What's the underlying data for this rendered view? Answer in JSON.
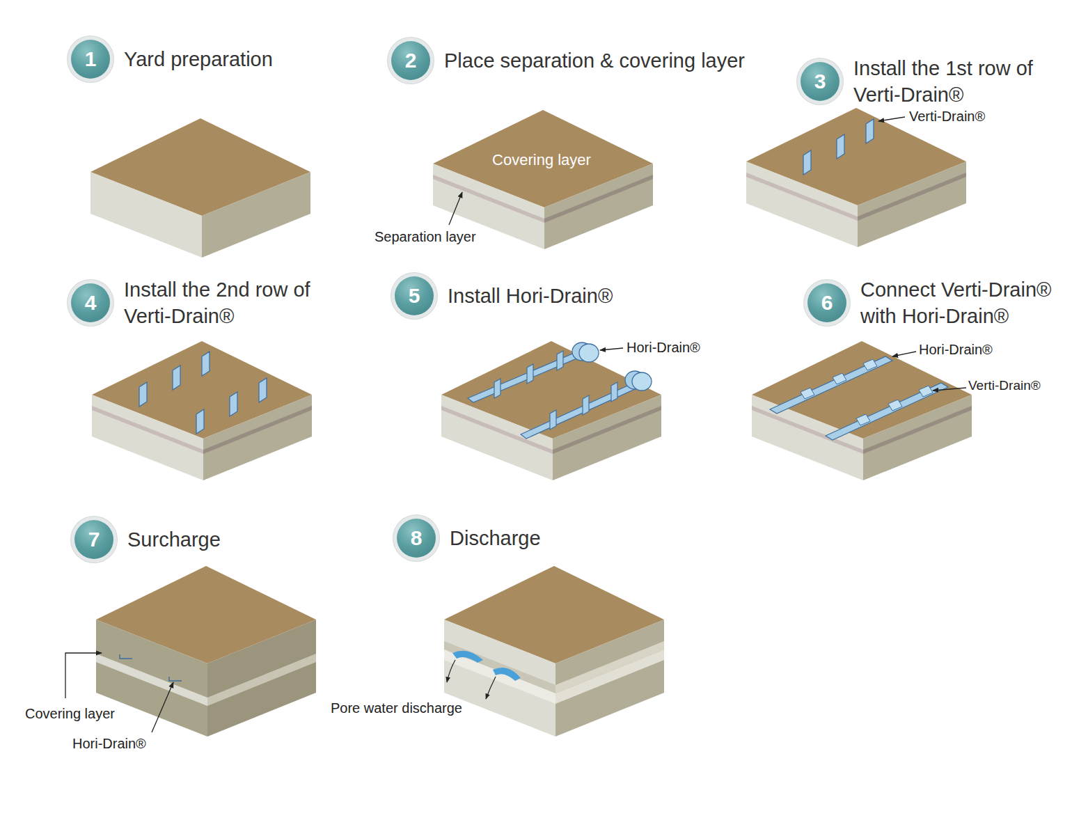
{
  "diagram": {
    "nodes": [
      {
        "text": [
          "1",
          "Yard preparation"
        ]
      },
      {
        "text": [
          "2",
          "Place separation & covering layer"
        ]
      },
      {
        "text": [
          "3",
          "Install the 1st row of Verti-Drain®"
        ]
      },
      {
        "text": [
          "4",
          "Install the 2nd row of Verti-Drain®"
        ]
      },
      {
        "text": [
          "5",
          "Install Hori-Drain®"
        ]
      },
      {
        "text": [
          "6",
          "Connect Verti-Drain® with Hori-Drain®"
        ]
      },
      {
        "text": [
          "7",
          "Surcharge"
        ]
      },
      {
        "text": [
          "8",
          "Discharge"
        ]
      }
    ],
    "labels": [
      "Covering layer",
      "Separation layer",
      "Verti-Drain®",
      "Hori-Drain®",
      "Hori-Drain®",
      "Verti-Drain®",
      "Covering layer",
      "Hori-Drain®",
      "Pore water discharge"
    ]
  }
}
